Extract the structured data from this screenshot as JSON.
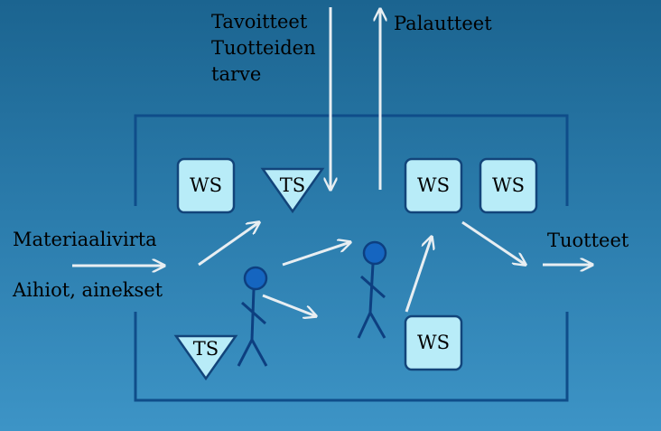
{
  "labels": {
    "goals": "Tavoitteet",
    "product_need_1": "Tuotteiden",
    "product_need_2": "tarve",
    "feedback": "Palautteet",
    "material_flow": "Materiaalivirta",
    "raw_materials": "Aihiot, ainekset",
    "products": "Tuotteet"
  },
  "nodes": {
    "ws1": "WS",
    "ws2": "WS",
    "ws3": "WS",
    "ws4": "WS",
    "ts1": "TS",
    "ts2": "TS"
  },
  "colors": {
    "box_fill": "#b8ecf8",
    "box_stroke": "#12447a",
    "frame": "#0f4d8a",
    "arrow": "#e8eef2",
    "person_fill": "#1565c0",
    "person_stroke": "#0d3f80"
  }
}
